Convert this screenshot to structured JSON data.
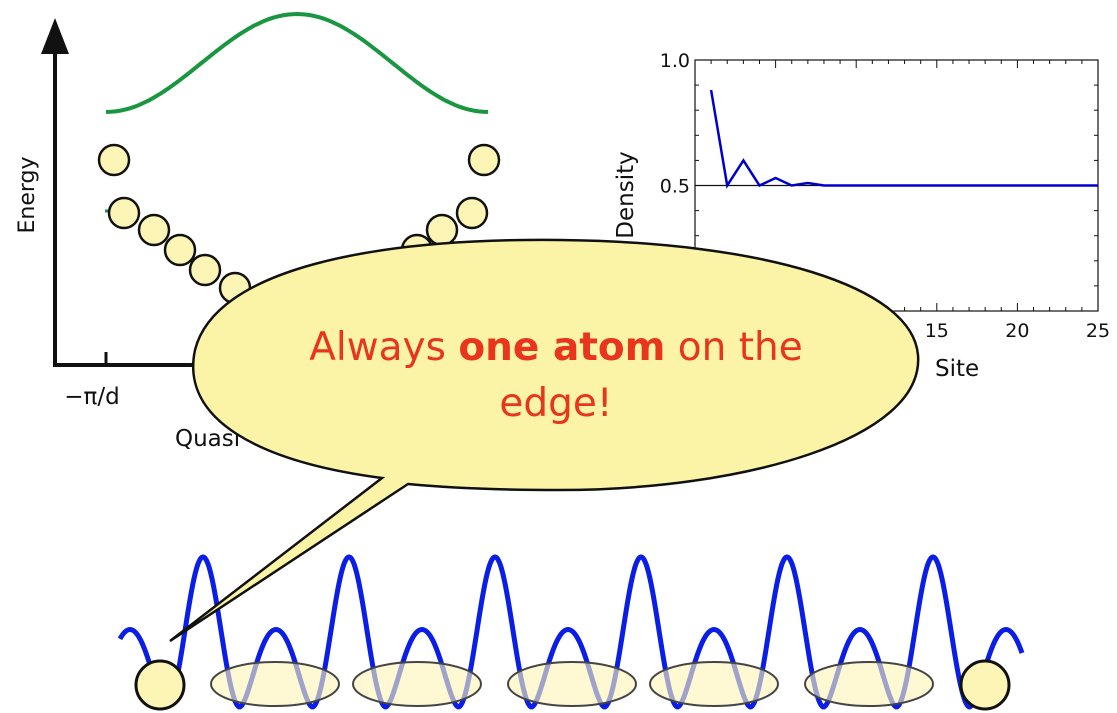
{
  "band_diagram": {
    "ylabel": "Energy",
    "xlabel": "Quasi",
    "x_tick_left": "−π/d"
  },
  "density_plot": {
    "ylabel": "Density",
    "xlabel": "Site",
    "y_ticks": [
      "1.0",
      "0.5"
    ],
    "x_ticks": [
      "15",
      "20",
      "25"
    ]
  },
  "callout": {
    "text_before": "Always ",
    "text_bold": "one atom",
    "text_after": " on the",
    "line2": "edge!"
  },
  "colors": {
    "band_upper": "#1a9641",
    "density_line": "#0000cc",
    "lattice_potential": "#0a1ee6",
    "atom_fill": "#fdf5b6",
    "callout_fill": "#fbf3a6",
    "callout_text": "#e8351c"
  },
  "chart_data": {
    "type": "line",
    "xlabel": "Site",
    "ylabel": "Density",
    "x": [
      1,
      2,
      3,
      4,
      5,
      6,
      7,
      8,
      9,
      10,
      11,
      12,
      13,
      14,
      15,
      16,
      17,
      18,
      19,
      20,
      21,
      22,
      23,
      24,
      25
    ],
    "values": [
      0.88,
      0.5,
      0.6,
      0.5,
      0.53,
      0.5,
      0.51,
      0.5,
      0.5,
      0.5,
      0.5,
      0.5,
      0.5,
      0.5,
      0.5,
      0.5,
      0.5,
      0.5,
      0.5,
      0.5,
      0.5,
      0.5,
      0.5,
      0.5,
      0.5
    ],
    "xlim": [
      0,
      25
    ],
    "ylim": [
      0,
      1
    ],
    "x_ticks": [
      15,
      20,
      25
    ],
    "y_ticks": [
      0.5,
      1.0
    ],
    "reference_line": 0.5
  }
}
